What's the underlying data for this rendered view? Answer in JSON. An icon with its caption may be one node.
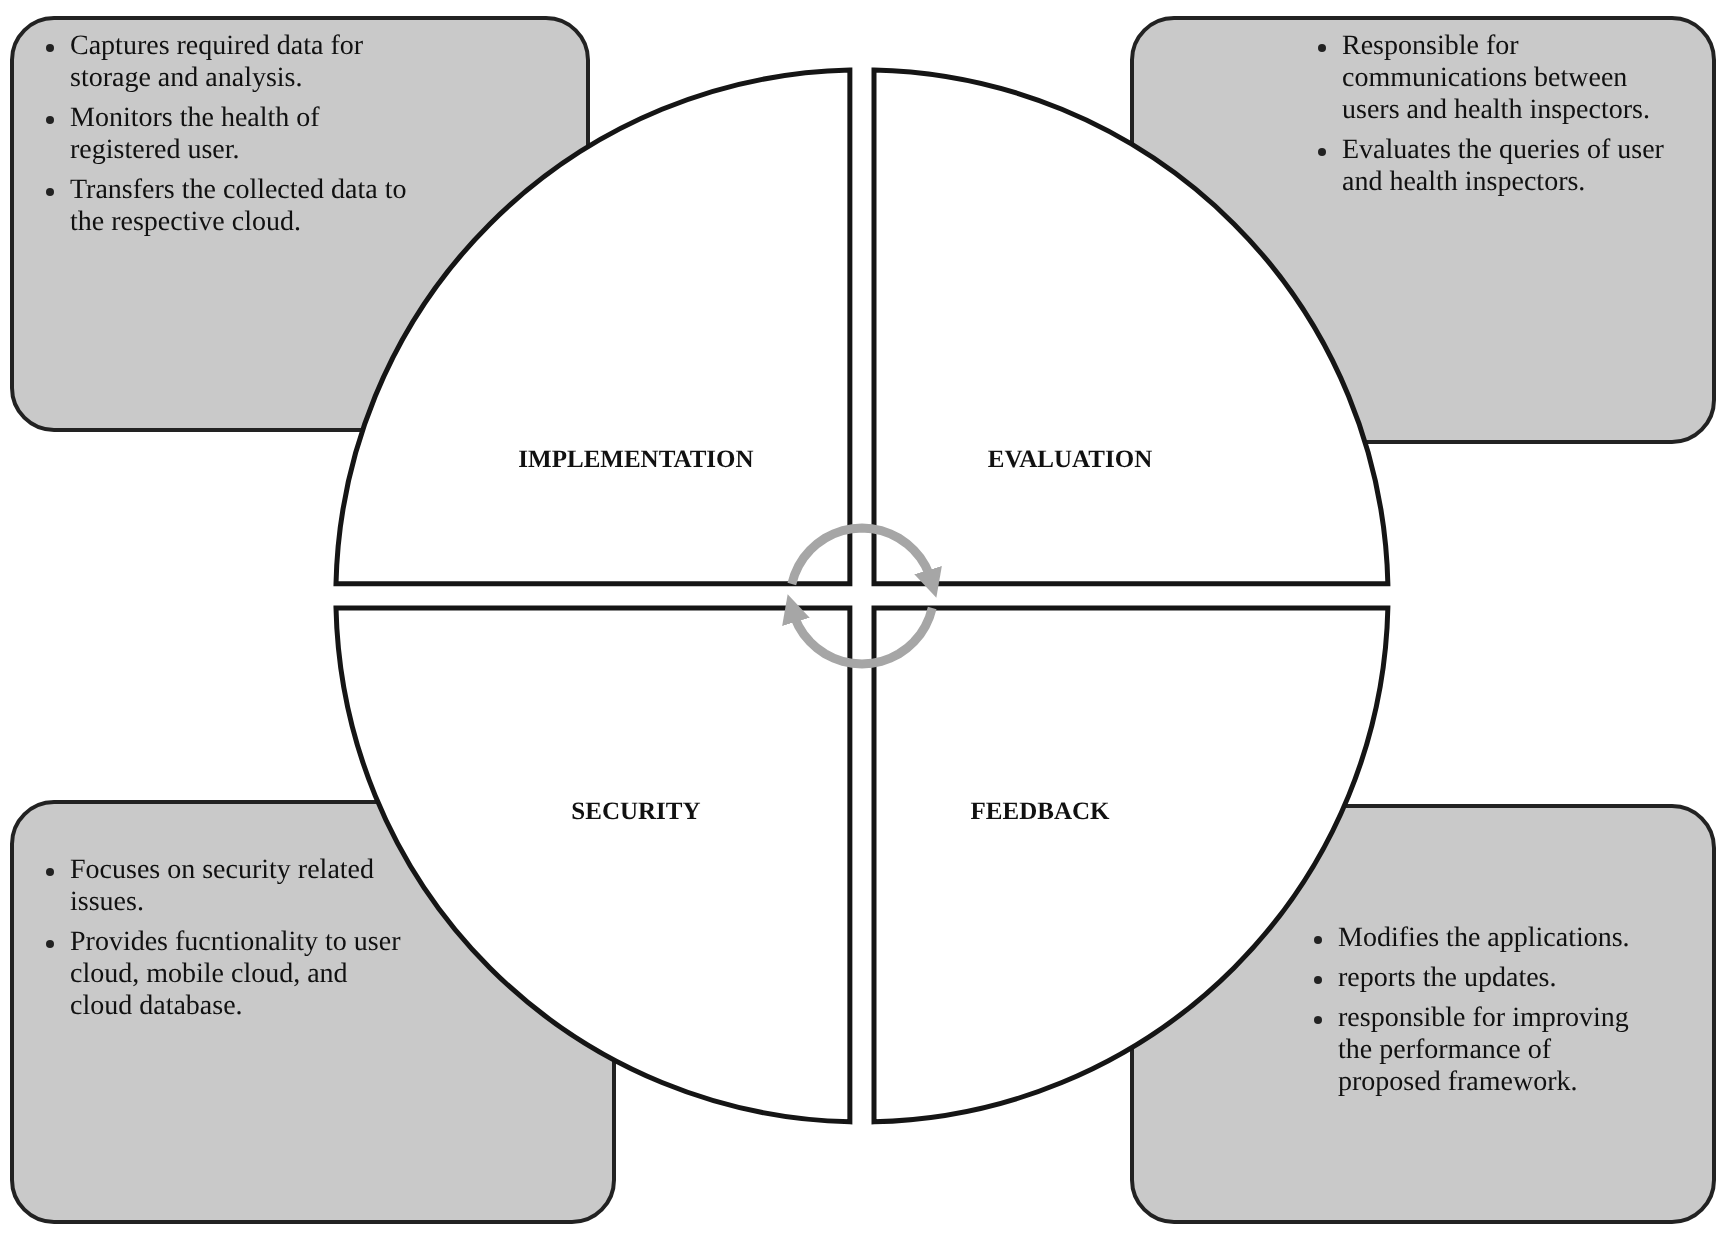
{
  "diagram": {
    "nodes": [
      {
        "text": [
          "Captures required data for storage and analysis.",
          "Monitors the health of registered user.",
          "Transfers the collected data to the respective cloud."
        ]
      },
      {
        "text": [
          "Responsible for communications between users and health inspectors.",
          "Evaluates the queries of user and health inspectors."
        ]
      },
      {
        "text": [
          "IMPLEMENTATION"
        ]
      },
      {
        "text": [
          "EVALUATION"
        ]
      },
      {
        "text": [
          "SECURITY"
        ]
      },
      {
        "text": [
          "FEEDBACK"
        ]
      },
      {
        "text": [
          "Focuses on security related issues.",
          "Provides fucntionality to user cloud, mobile cloud, and cloud database."
        ]
      },
      {
        "text": [
          "Modifies the applications.",
          "reports the updates.",
          "responsible for improving the performance of proposed framework."
        ]
      }
    ],
    "edges": [
      {
        "from": 2,
        "to": 3,
        "arrow": "to"
      },
      {
        "from": 5,
        "to": 4,
        "arrow": "to"
      }
    ]
  }
}
